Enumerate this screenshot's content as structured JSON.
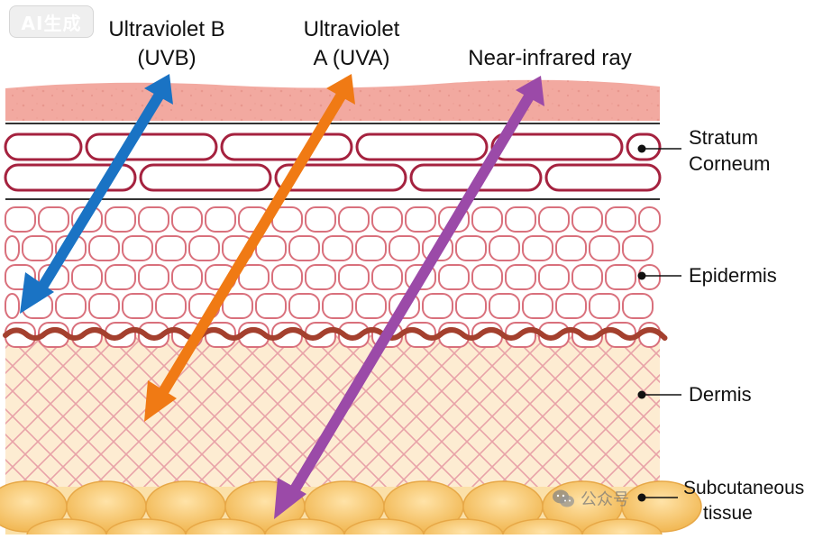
{
  "badge": {
    "text": "AI生成"
  },
  "rays": {
    "uvb": {
      "line1": "Ultraviolet B",
      "line2": "(UVB)",
      "color": "#1a73c4"
    },
    "uva": {
      "line1": "Ultraviolet",
      "line2": "A (UVA)",
      "color": "#f07a14"
    },
    "nir": {
      "line1": "Near-infrared ray",
      "color": "#9b4aa8"
    }
  },
  "layers": {
    "stratum_corneum": {
      "line1": "Stratum",
      "line2": "Corneum"
    },
    "epidermis": {
      "label": "Epidermis"
    },
    "dermis": {
      "label": "Dermis"
    },
    "subcutaneous": {
      "line1": "Subcutaneous",
      "line2": "tissue"
    }
  },
  "watermark": {
    "text": "公众号",
    "icon": "wechat-icon"
  },
  "colors": {
    "surface": "#f2a9a0",
    "corneum_cell": "#a5223f",
    "epidermis_cell": "#d9707c",
    "dermis_bg": "#fdecd2",
    "dermis_mesh": "#e8a2a8",
    "dermis_border": "#a4402e",
    "fat": "#f6c46e"
  }
}
